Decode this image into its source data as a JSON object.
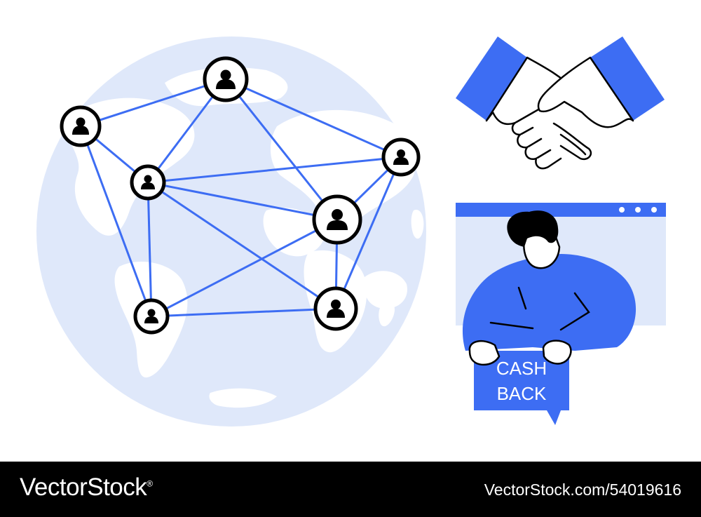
{
  "illustration": {
    "cashback_sign": {
      "line1": "CASH",
      "line2": "BACK"
    },
    "colors": {
      "accent_blue": "#3d6df3",
      "light_blue": "#dfe8fa",
      "ink": "#000000"
    },
    "icons": [
      "globe-icon",
      "user-network-icon",
      "handshake-icon",
      "browser-window-icon",
      "person-icon"
    ]
  },
  "watermark": {
    "brand": "VectorStock",
    "registered_mark": "®",
    "image_id": "VectorStock.com/54019616"
  }
}
